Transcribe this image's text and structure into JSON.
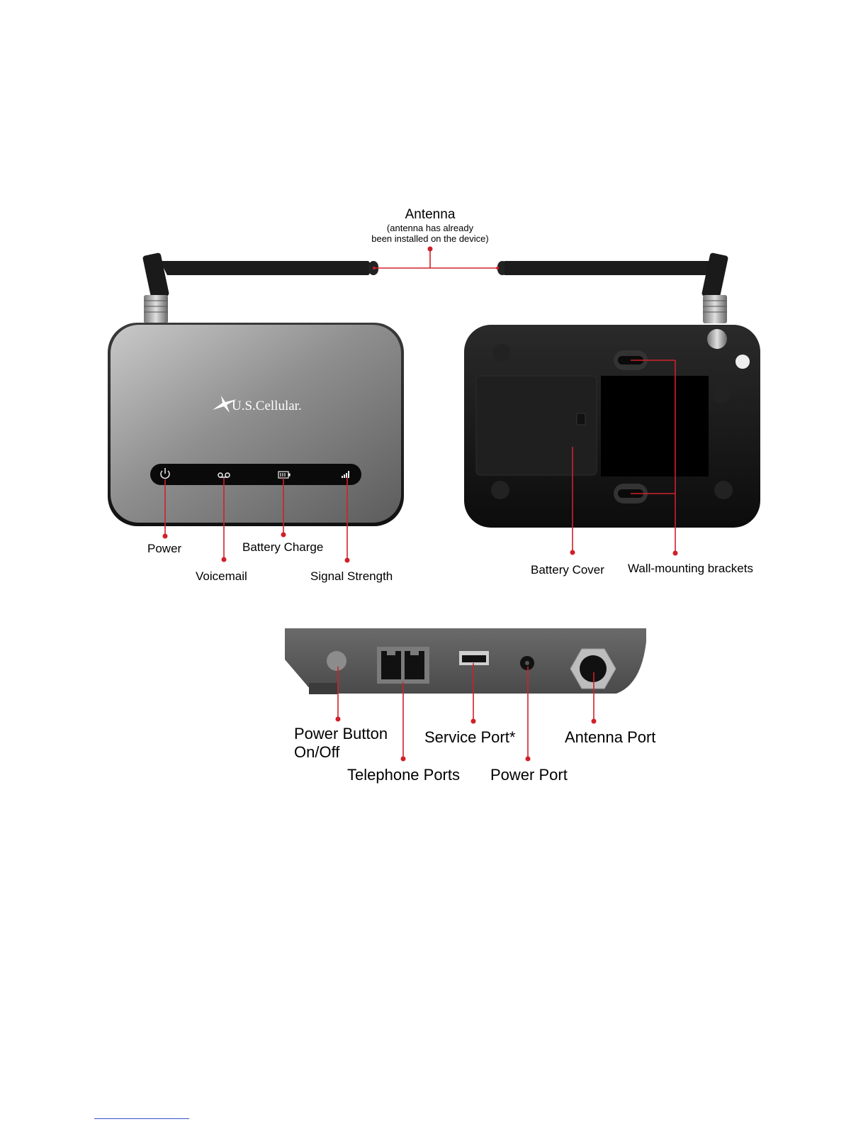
{
  "brand": {
    "logo_text": "U.S.Cellular."
  },
  "labels": {
    "antenna_title": "Antenna",
    "antenna_note_line1": "(antenna has already",
    "antenna_note_line2": "been installed on the device)",
    "power": "Power",
    "voicemail": "Voicemail",
    "battery_charge": "Battery Charge",
    "signal_strength": "Signal Strength",
    "battery_cover": "Battery Cover",
    "wall_brackets": "Wall-mounting brackets",
    "power_button_line1": "Power Button",
    "power_button_line2": "On/Off",
    "telephone_ports": "Telephone Ports",
    "service_port": "Service Port*",
    "power_port": "Power Port",
    "antenna_port": "Antenna Port"
  },
  "icons": {
    "front_leds": [
      "power-icon",
      "voicemail-icon",
      "battery-icon",
      "signal-strength-icon"
    ]
  },
  "colors": {
    "callout": "#d0202a",
    "device_back": "#141414",
    "device_front": "#8a8a8a"
  }
}
